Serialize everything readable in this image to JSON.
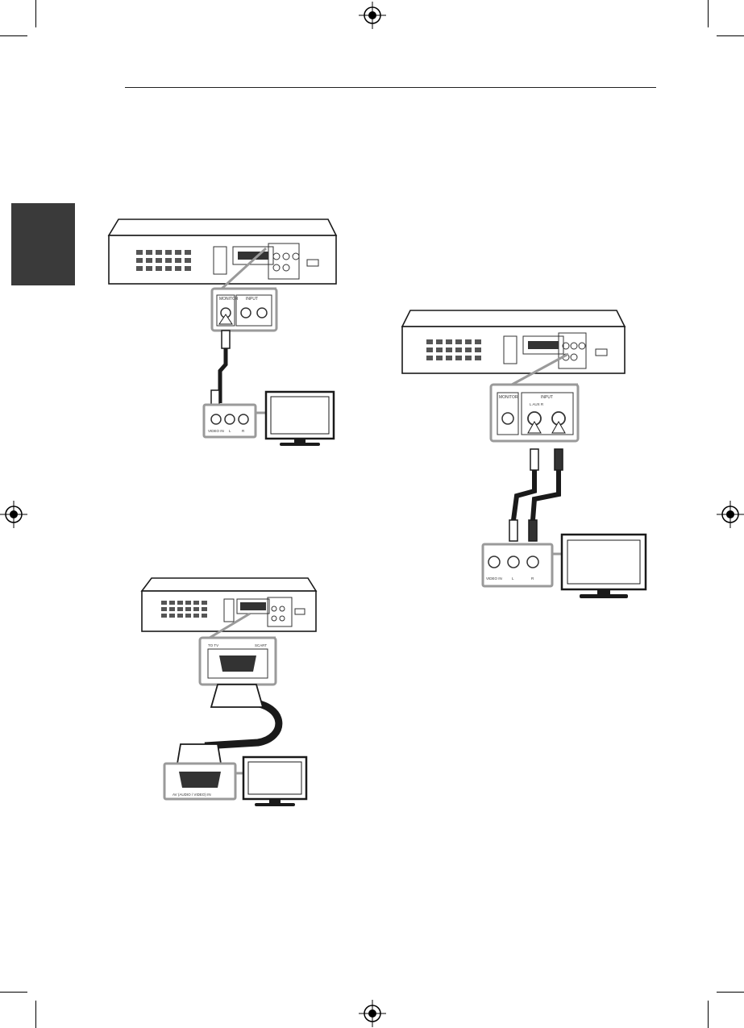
{
  "page": {
    "diagrams": [
      {
        "id": "video-connection",
        "labels": {
          "jack_main": "MONITOR",
          "jack_sub": "INPUT",
          "tv_jack": "VIDEO IN",
          "tv_left": "L",
          "tv_right": "R"
        }
      },
      {
        "id": "scart-connection",
        "labels": {
          "scart_left": "TO TV",
          "scart_right": "SCART",
          "tv_jack": "AV (AUDIO / VIDEO) IN"
        }
      },
      {
        "id": "audio-connection",
        "labels": {
          "jack_main": "MONITOR",
          "jack_sub": "INPUT",
          "audio_sub": "L  AUX  R",
          "tv_jack": "VIDEO IN",
          "tv_left": "L",
          "tv_right": "R"
        }
      }
    ],
    "colors": {
      "ink": "#1a1a1a",
      "callout": "#9a9a9a",
      "tab": "#3a3a3a"
    }
  }
}
